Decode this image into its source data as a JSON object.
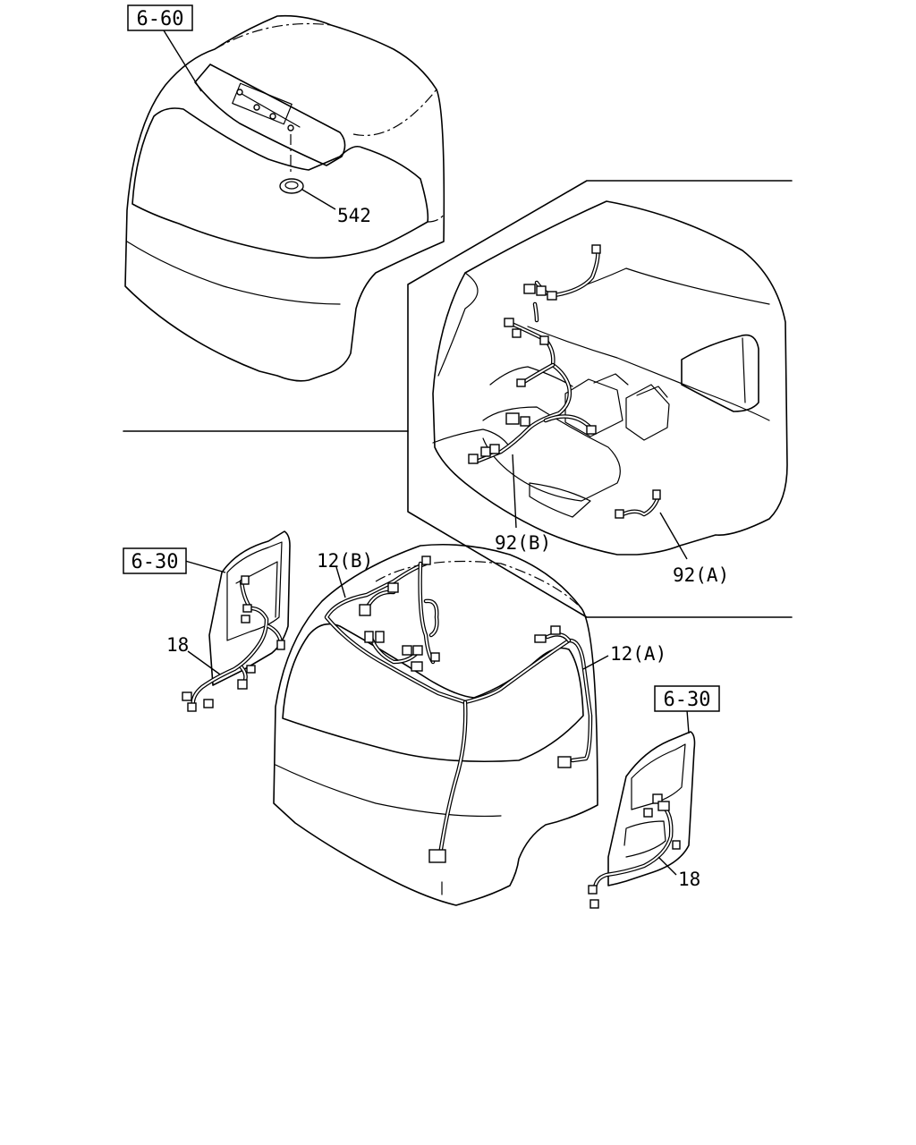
{
  "references": {
    "cab_top": "6-60",
    "door_left": "6-30",
    "door_right": "6-30"
  },
  "callouts": {
    "grommet": "542",
    "floor_harness_b": "92(B)",
    "floor_harness_a": "92(A)",
    "roof_harness_b": "12(B)",
    "roof_harness_a": "12(A)",
    "door_harness_left": "18",
    "door_harness_right": "18"
  }
}
